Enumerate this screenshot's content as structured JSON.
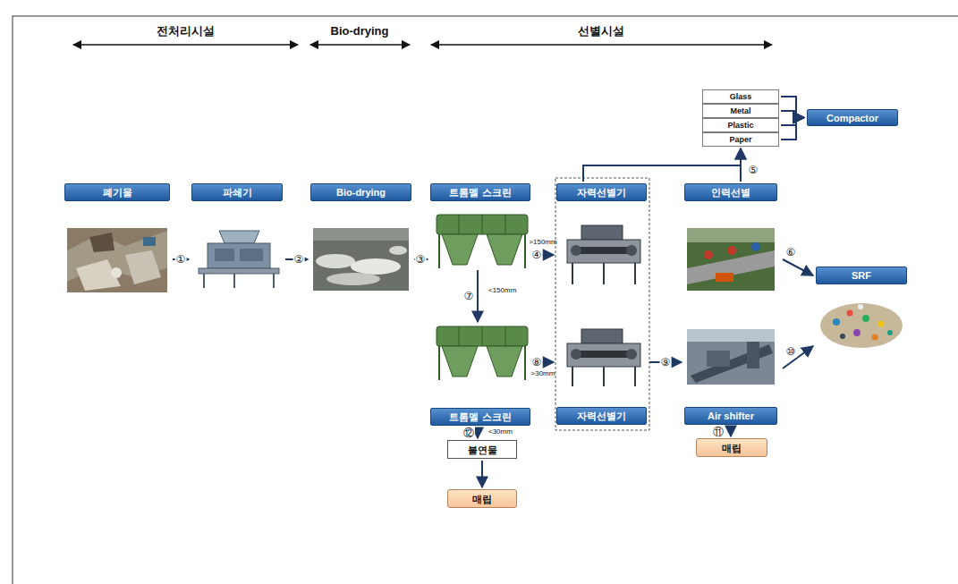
{
  "diagram": {
    "nodes": [
      {
        "text": [
          "폐기물"
        ]
      },
      {
        "text": [
          "파쇄기"
        ]
      },
      {
        "text": [
          "Bio-drying"
        ]
      },
      {
        "text": [
          "트롬멜 스크린"
        ]
      },
      {
        "text": [
          "자력선별기"
        ]
      },
      {
        "text": [
          "인력선별"
        ]
      },
      {
        "text": [
          "Glass"
        ]
      },
      {
        "text": [
          "Metal"
        ]
      },
      {
        "text": [
          "Plastic"
        ]
      },
      {
        "text": [
          "Paper"
        ]
      },
      {
        "text": [
          "Compactor"
        ]
      },
      {
        "text": [
          "SRF"
        ]
      },
      {
        "text": [
          "트롬멜 스크린"
        ]
      },
      {
        "text": [
          "자력선별기"
        ]
      },
      {
        "text": [
          "Air shifter"
        ]
      },
      {
        "text": [
          "불연물"
        ]
      },
      {
        "text": [
          "매립"
        ]
      },
      {
        "text": [
          "매립"
        ]
      }
    ],
    "edges": [
      {
        "from": 0,
        "to": 1,
        "arrow": "to",
        "label": "①"
      },
      {
        "from": 1,
        "to": 2,
        "arrow": "to",
        "label": "②"
      },
      {
        "from": 2,
        "to": 3,
        "arrow": "to",
        "label": "③"
      },
      {
        "from": 3,
        "to": 4,
        "arrow": "to",
        "label": "④"
      },
      {
        "from": 4,
        "to": 9,
        "arrow": "to"
      },
      {
        "from": 5,
        "to": 9,
        "arrow": "to",
        "label": "⑤"
      },
      {
        "from": 6,
        "to": 10,
        "arrow": "to"
      },
      {
        "from": 7,
        "to": 10,
        "arrow": "to"
      },
      {
        "from": 8,
        "to": 10,
        "arrow": "to"
      },
      {
        "from": 9,
        "to": 10,
        "arrow": "to"
      },
      {
        "from": 5,
        "to": 11,
        "arrow": "to",
        "label": "⑥"
      },
      {
        "from": 3,
        "to": 12,
        "arrow": "to",
        "label": "⑦"
      },
      {
        "from": 12,
        "to": 13,
        "arrow": "to",
        "label": "⑧"
      },
      {
        "from": 13,
        "to": 14,
        "arrow": "to",
        "label": "⑨"
      },
      {
        "from": 14,
        "to": 11,
        "arrow": "to",
        "label": "⑩"
      },
      {
        "from": 14,
        "to": 17,
        "arrow": "to",
        "label": "⑪"
      },
      {
        "from": 12,
        "to": 15,
        "arrow": "to",
        "label": "⑫"
      },
      {
        "from": 15,
        "to": 16,
        "arrow": "to"
      }
    ],
    "labels": [
      "전처리시설",
      "Bio-drying",
      "선별시설",
      ">150mm",
      "<150mm",
      ">30mm",
      "<30mm"
    ]
  }
}
